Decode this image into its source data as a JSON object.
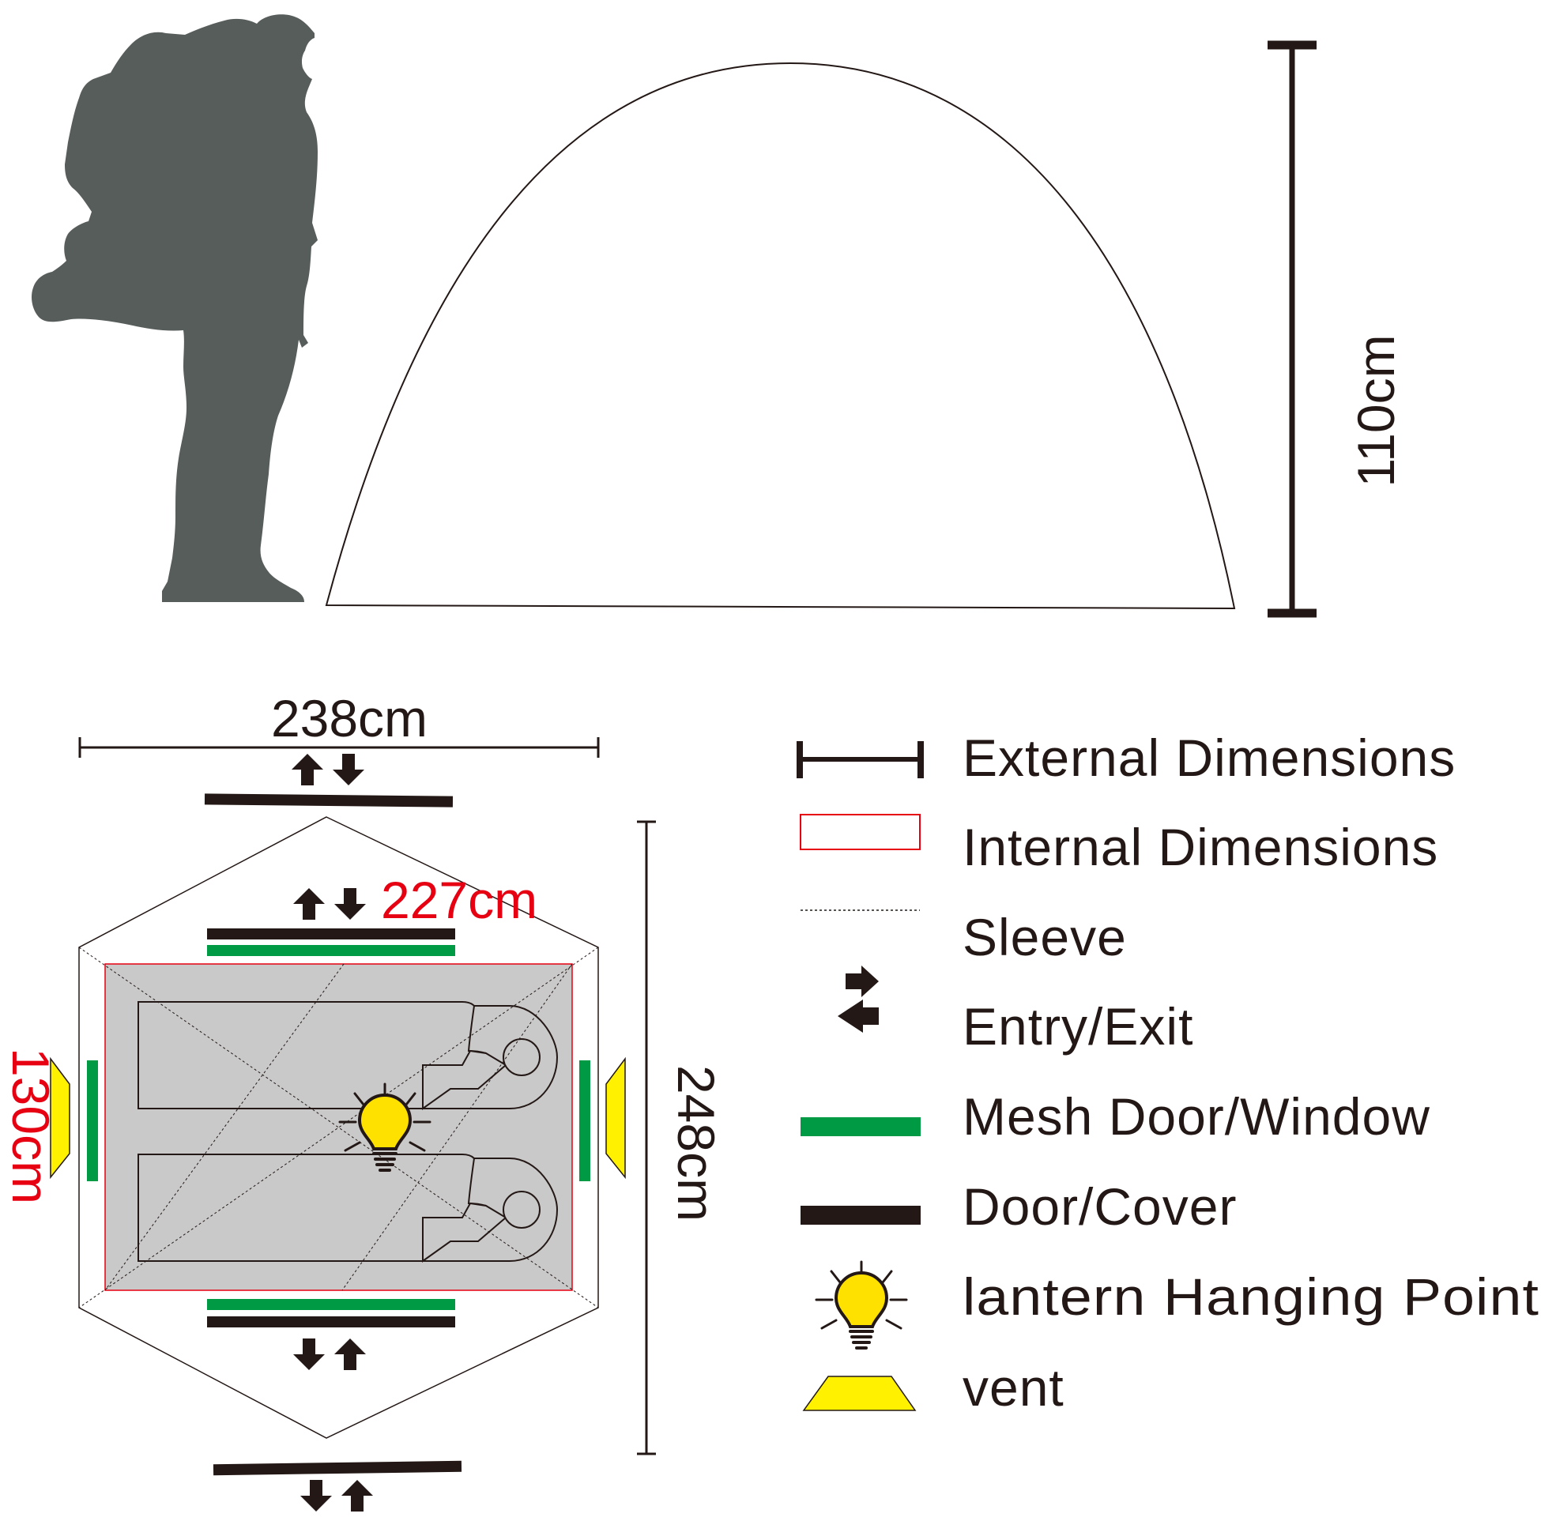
{
  "colors": {
    "ink": "#231815",
    "silhouette": "#575d5b",
    "floor": "#c9c9c9",
    "internal": "#e60012",
    "mesh": "#009944",
    "vent": "#fff100",
    "bulb": "#ffe100"
  },
  "dimensions": {
    "height": "110cm",
    "external_width": "238cm",
    "external_length": "248cm",
    "internal_width": "227cm",
    "internal_depth": "130cm"
  },
  "legend": [
    {
      "key": "external",
      "icon": "dimension-bar-icon",
      "label": "External Dimensions"
    },
    {
      "key": "internal",
      "icon": "red-rectangle-icon",
      "label": "Internal Dimensions"
    },
    {
      "key": "sleeve",
      "icon": "dotted-line-icon",
      "label": "Sleeve"
    },
    {
      "key": "entry",
      "icon": "entry-exit-arrows-icon",
      "label": "Entry/Exit"
    },
    {
      "key": "mesh",
      "icon": "green-bar-icon",
      "label": "Mesh Door/Window"
    },
    {
      "key": "door",
      "icon": "black-bar-icon",
      "label": "Door/Cover"
    },
    {
      "key": "lantern",
      "icon": "lightbulb-icon",
      "label": "lantern Hanging Point"
    },
    {
      "key": "vent",
      "icon": "yellow-trapezoid-icon",
      "label": "vent"
    }
  ]
}
